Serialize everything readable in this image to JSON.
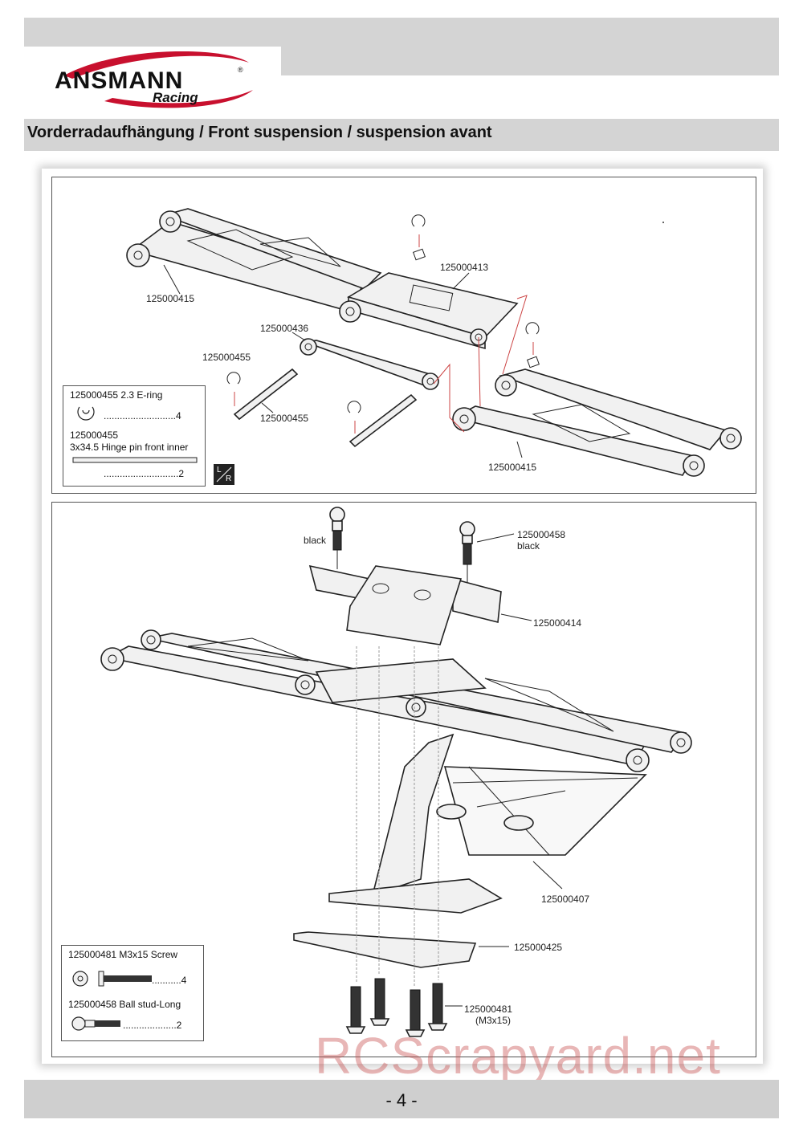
{
  "header": {
    "brand": "ANSMANN",
    "brand_sub": "Racing",
    "brand_mark": "®",
    "colors": {
      "header_bar": "#d4d4d4",
      "logo_swoosh": "#c8102e"
    }
  },
  "section_title": "Vorderradaufhängung / Front suspension / suspension avant",
  "top_panel": {
    "labels": {
      "arm_upper_left": "125000415",
      "mount": "125000413",
      "link": "125000436",
      "pin_a": "125000455",
      "pin_b": "125000455",
      "arm_lower_right": "125000415"
    },
    "legend": {
      "item1_title": "125000455  2.3 E-ring",
      "item1_qty": "...........................4",
      "item2_title": "125000455",
      "item2_desc": "3x34.5 Hinge pin front inner",
      "item2_qty": "............................2"
    },
    "lr_badge": {
      "l": "L",
      "r": "R"
    }
  },
  "bottom_panel": {
    "labels": {
      "black_left": "black",
      "ball_stud": "125000458",
      "black_right": "black",
      "bulkhead": "125000414",
      "skid": "125000407",
      "plate": "125000425",
      "screw": "125000481",
      "screw_size": "(M3x15)"
    },
    "legend": {
      "item1_title": "125000481  M3x15 Screw",
      "item1_qty": "...........4",
      "item2_title": "125000458 Ball stud-Long",
      "item2_qty": "....................2"
    }
  },
  "footer": {
    "page": "- 4 -"
  },
  "watermark": "RCScrapyard.net"
}
